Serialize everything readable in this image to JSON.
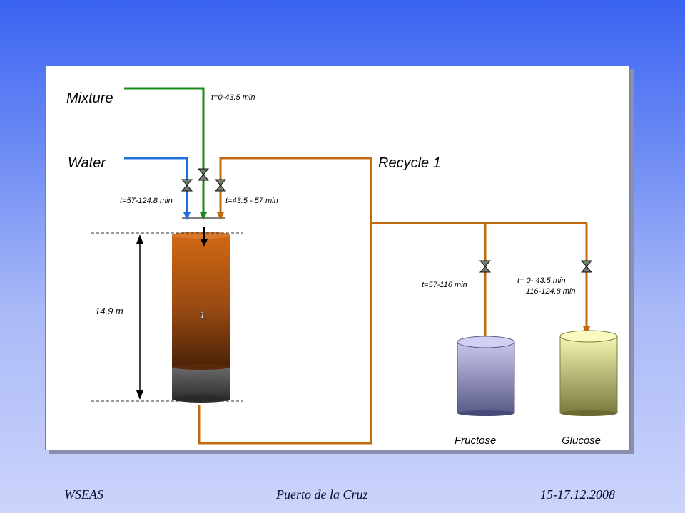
{
  "labels": {
    "mixture": "Mixture",
    "water": "Water",
    "recycle": "Recycle 1",
    "fructose": "Fructose",
    "glucose": "Glucose",
    "column_number": "1",
    "height": "14,9 m"
  },
  "times": {
    "mixture": "t=0-43.5 min",
    "water": "t=57-124.8 min",
    "recycle": "t=43.5 - 57 min",
    "fructose": "t=57-116 min",
    "glucose_line1": "t=  0-  43.5 min",
    "glucose_line2": "116-124.8  min"
  },
  "colors": {
    "mixture_line": "#1a8a1a",
    "water_line": "#1f6fe0",
    "recycle_line": "#c06a10",
    "column_fill": "#a84a10",
    "fructose_tank": "#a6a8d8",
    "glucose_tank": "#e8eca0"
  },
  "footer": {
    "left": "WSEAS",
    "center": "Puerto de la Cruz",
    "right": "15-17.12.2008"
  }
}
